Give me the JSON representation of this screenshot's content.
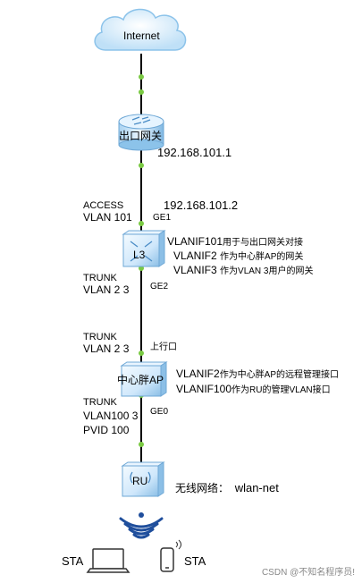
{
  "nodes": {
    "internet": "Internet",
    "gateway": "出口网关",
    "l3": "L3",
    "central_ap": "中心胖AP",
    "ru": "RU"
  },
  "gateway_ip": "192.168.101.1",
  "link_l3_up": {
    "mode": "ACCESS",
    "vlan": "VLAN 101",
    "port": "GE1",
    "ip": "192.168.101.2"
  },
  "l3_info": [
    {
      "name": "VLANIF101",
      "desc": "用于与出口网关对接"
    },
    {
      "name": "VLANIF2",
      "desc": "作为中心胖AP的网关"
    },
    {
      "name": "VLANIF3",
      "desc": "作为VLAN 3用户的网关"
    }
  ],
  "link_l3_down": {
    "mode": "TRUNK",
    "vlan": "VLAN 2 3",
    "port": "GE2"
  },
  "link_ap_up": {
    "mode": "TRUNK",
    "vlan": "VLAN 2 3",
    "port": "上行口"
  },
  "ap_info": [
    {
      "name": "VLANIF2",
      "desc": "作为中心胖AP的远程管理接口"
    },
    {
      "name": "VLANIF100",
      "desc": "作为RU的管理VLAN接口"
    }
  ],
  "link_ap_down": {
    "mode": "TRUNK",
    "vlan": "VLAN100 3",
    "pvid": "PVID  100",
    "port": "GE0"
  },
  "wireless": {
    "label": "无线网络：",
    "ssid": "wlan-net"
  },
  "sta_left": "STA",
  "sta_right": "STA",
  "watermark": "CSDN @不知名程序员!",
  "colors": {
    "line": "#000000",
    "dot": "#7ac943",
    "device_light": "#dceeff",
    "device_dark": "#5b9bd5",
    "wifi": "#1f4e9c"
  }
}
